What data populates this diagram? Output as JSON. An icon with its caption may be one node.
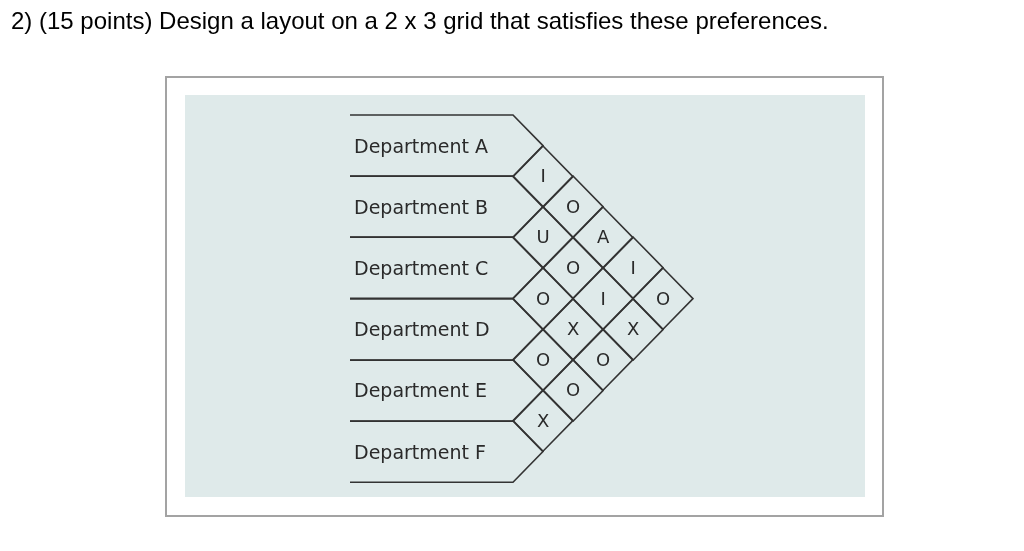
{
  "diagram": {
    "title": "2) (15 points) Design a layout on a 2 x 3 grid that satisfies these preferences.",
    "nodes": [
      {
        "text": [
          "Department A"
        ]
      },
      {
        "text": [
          "Department B"
        ]
      },
      {
        "text": [
          "Department C"
        ]
      },
      {
        "text": [
          "Department D"
        ]
      },
      {
        "text": [
          "Department E"
        ]
      },
      {
        "text": [
          "Department F"
        ]
      },
      {
        "text": [
          "I"
        ]
      },
      {
        "text": [
          "O"
        ]
      },
      {
        "text": [
          "U"
        ]
      },
      {
        "text": [
          "A"
        ]
      },
      {
        "text": [
          "O"
        ]
      },
      {
        "text": [
          "I"
        ]
      },
      {
        "text": [
          "O"
        ]
      },
      {
        "text": [
          "I"
        ]
      },
      {
        "text": [
          "O"
        ]
      },
      {
        "text": [
          "X"
        ]
      },
      {
        "text": [
          "X"
        ]
      },
      {
        "text": [
          "O"
        ]
      },
      {
        "text": [
          "O"
        ]
      },
      {
        "text": [
          "O"
        ]
      },
      {
        "text": [
          "X"
        ]
      }
    ],
    "edges": []
  }
}
